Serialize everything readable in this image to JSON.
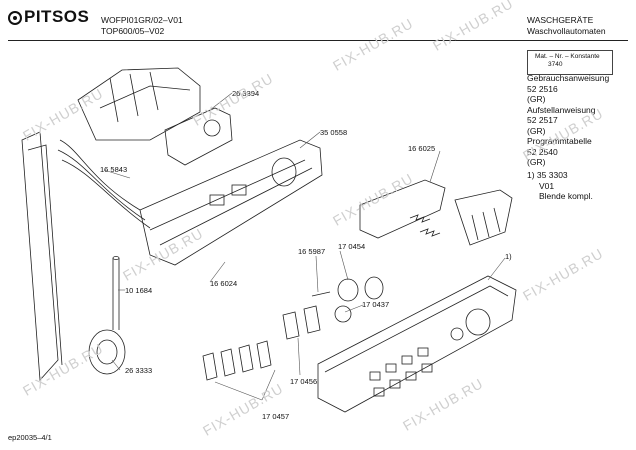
{
  "header": {
    "brand": "PITSOS",
    "model_line1": "WOFPI01GR/02–V01",
    "model_line2": "TOP600/05–V02",
    "category_line1": "WASCHGERÄTE",
    "category_line2": "Waschvollautomaten"
  },
  "sidebox": {
    "label": "Mat. – Nr. – Konstante",
    "value": "3740"
  },
  "docs": [
    {
      "title": "Gebrauchsanweisung",
      "number": "52 2516",
      "lang": "(GR)"
    },
    {
      "title": "Aufstellanweisung",
      "number": "52 2517",
      "lang": "(GR)"
    },
    {
      "title": "Programmtabelle",
      "number": "52 2540",
      "lang": "(GR)"
    }
  ],
  "note": {
    "line1": "1)  35 3303",
    "line2": "V01",
    "line3": "Blende kompl."
  },
  "parts": {
    "p263394": "26 3394",
    "p350558": "35 0558",
    "p165843": "16 5843",
    "p166025": "16 6025",
    "p165987": "16 5987",
    "p170454": "17 0454",
    "p101684": "10 1684",
    "p166024": "16 6024",
    "p170437": "17 0437",
    "p263333": "26 3333",
    "p170456": "17 0456",
    "p170457": "17 0457",
    "callout1": "1)"
  },
  "footer": "ep20035–4/1",
  "watermark": "FIX-HUB.RU"
}
